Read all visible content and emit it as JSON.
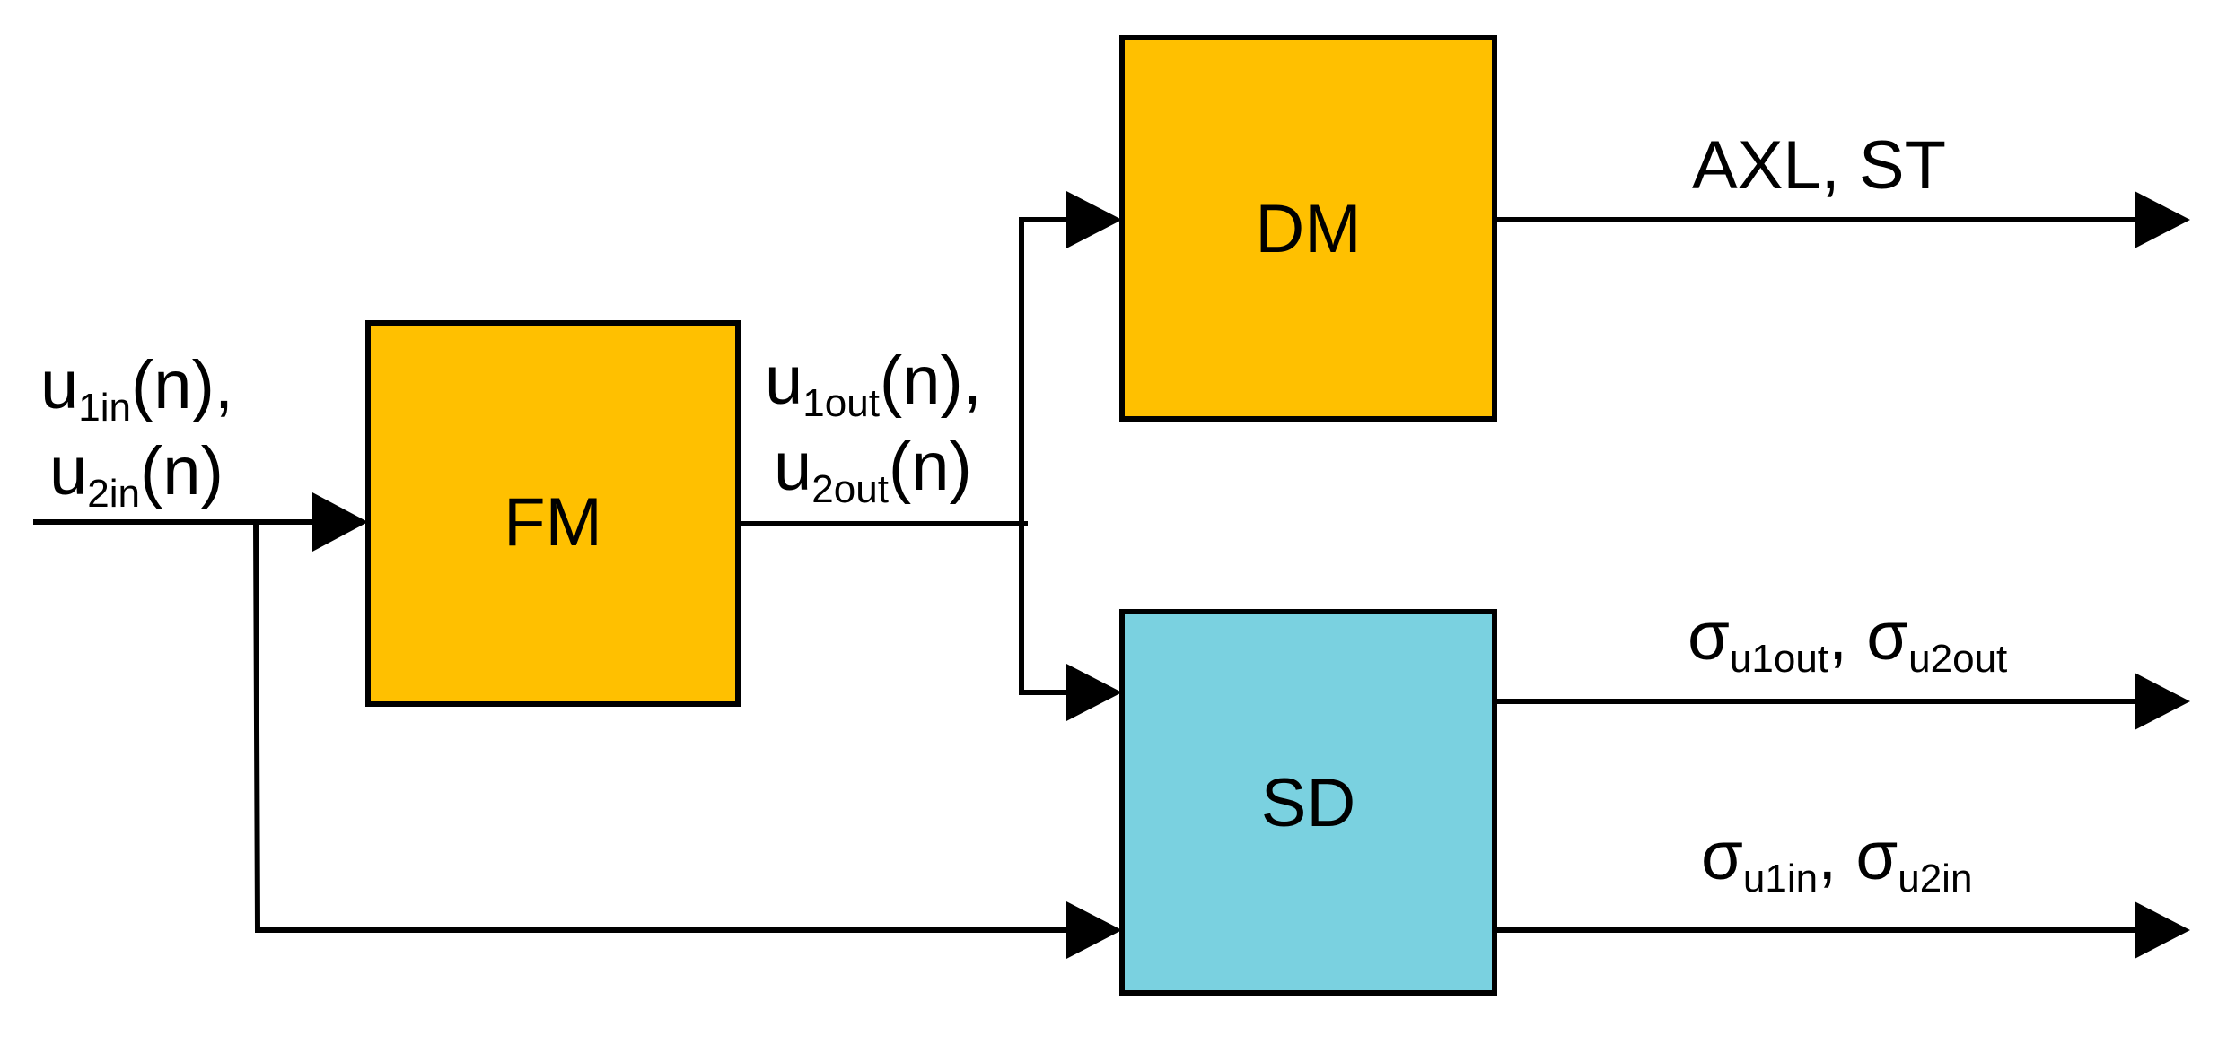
{
  "colors": {
    "orange_block": "#FFC000",
    "blue_block": "#7AD1E0",
    "line": "#000000"
  },
  "blocks": {
    "fm": {
      "label": "FM"
    },
    "dm": {
      "label": "DM"
    },
    "sd": {
      "label": "SD"
    }
  },
  "signals": {
    "input": {
      "line1": {
        "base": "u",
        "sub": "1in",
        "tail": "(n),"
      },
      "line2": {
        "base": "u",
        "sub": "2in",
        "tail": "(n)"
      }
    },
    "fm_output": {
      "line1": {
        "base": "u",
        "sub": "1out",
        "tail": "(n),"
      },
      "line2": {
        "base": "u",
        "sub": "2out",
        "tail": "(n)"
      }
    },
    "dm_output": {
      "text": "AXL, ST"
    },
    "sd_output_out": {
      "a_base": "σ",
      "a_sub": "u1out",
      "sep": ", ",
      "b_base": "σ",
      "b_sub": "u2out"
    },
    "sd_output_in": {
      "a_base": "σ",
      "a_sub": "u1in",
      "sep": ", ",
      "b_base": "σ",
      "b_sub": "u2in"
    }
  }
}
